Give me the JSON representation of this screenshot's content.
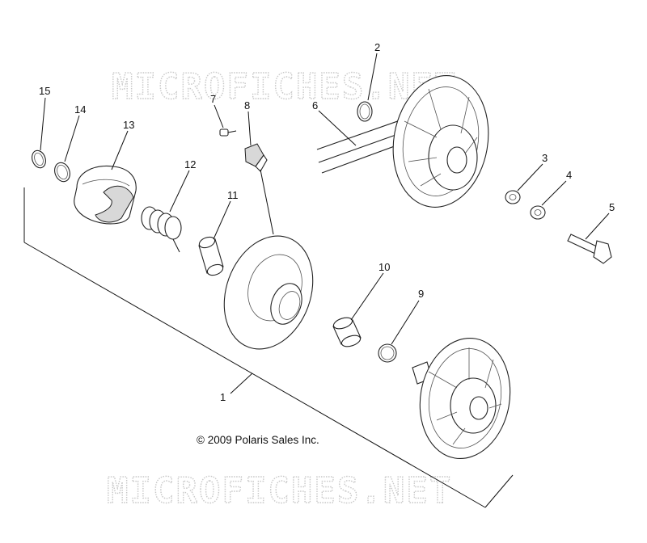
{
  "watermark": {
    "text": "MICROFICHES.NET"
  },
  "copyright": "© 2009 Polaris Sales Inc.",
  "callouts": {
    "c1": "1",
    "c2": "2",
    "c3": "3",
    "c4": "4",
    "c5": "5",
    "c6": "6",
    "c7": "7",
    "c8": "8",
    "c9": "9",
    "c10": "10",
    "c11": "11",
    "c12": "12",
    "c13": "13",
    "c14": "14",
    "c15": "15"
  }
}
